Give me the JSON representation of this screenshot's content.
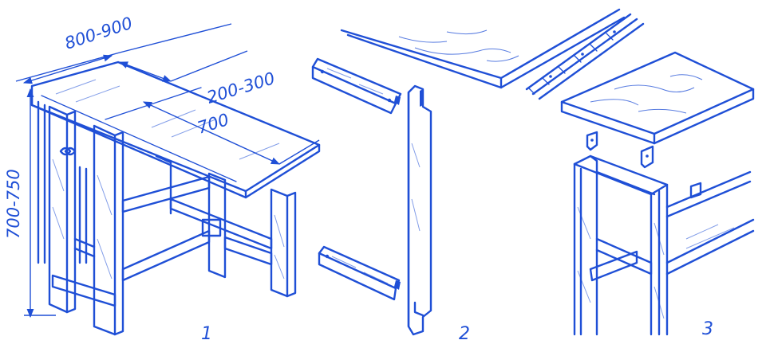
{
  "dimensions": {
    "top_width": "800-900",
    "leaf_width": "200-300",
    "length": "700",
    "height": "700-750"
  },
  "figure_numbers": [
    "1",
    "2",
    "3"
  ],
  "colors": {
    "ink": "#1f4fd6",
    "paper": "#ffffff"
  }
}
